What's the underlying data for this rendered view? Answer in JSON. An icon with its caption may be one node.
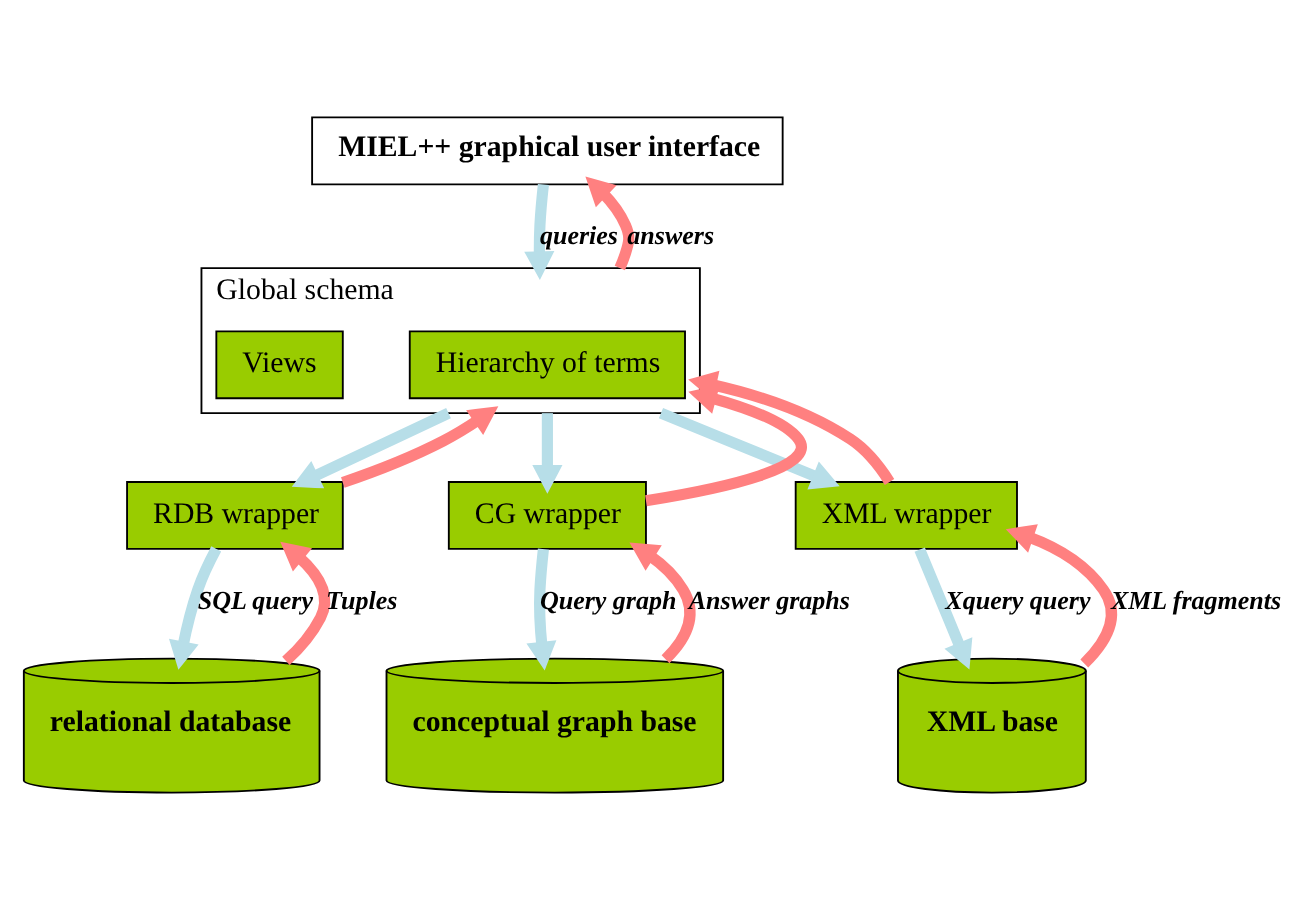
{
  "diagram": {
    "nodes": [
      {
        "text": [
          "MIEL++ graphical user interface"
        ]
      },
      {
        "text": [
          "Global schema"
        ]
      },
      {
        "text": [
          "Hierarchy of terms"
        ],
        "in": 1
      },
      {
        "text": [
          "Views"
        ],
        "in": 1
      },
      {
        "text": [
          "RDB wrapper"
        ]
      },
      {
        "text": [
          "CG wrapper"
        ]
      },
      {
        "text": [
          "XML wrapper"
        ]
      },
      {
        "text": [
          "relational database"
        ]
      },
      {
        "text": [
          "conceptual graph base"
        ]
      },
      {
        "text": [
          "XML base"
        ]
      }
    ],
    "edges": [
      {
        "from": 0,
        "to": 1,
        "arrow": "to",
        "label": "queries",
        "color": "#b7dee8"
      },
      {
        "from": 1,
        "to": 0,
        "arrow": "to",
        "label": "answers",
        "color": "#ff8080"
      },
      {
        "from": 1,
        "to": 4,
        "arrow": "to",
        "color": "#b7dee8"
      },
      {
        "from": 4,
        "to": 1,
        "arrow": "to",
        "color": "#ff8080"
      },
      {
        "from": 1,
        "to": 5,
        "arrow": "to",
        "color": "#b7dee8"
      },
      {
        "from": 5,
        "to": 1,
        "arrow": "to",
        "color": "#ff8080"
      },
      {
        "from": 1,
        "to": 6,
        "arrow": "to",
        "color": "#b7dee8"
      },
      {
        "from": 6,
        "to": 1,
        "arrow": "to",
        "color": "#ff8080"
      },
      {
        "from": 4,
        "to": 7,
        "arrow": "to",
        "label": "SQL query",
        "color": "#b7dee8"
      },
      {
        "from": 7,
        "to": 4,
        "arrow": "to",
        "label": "Tuples",
        "color": "#ff8080"
      },
      {
        "from": 5,
        "to": 8,
        "arrow": "to",
        "label": "Query graph",
        "color": "#b7dee8"
      },
      {
        "from": 8,
        "to": 5,
        "arrow": "to",
        "label": "Answer graphs",
        "color": "#ff8080"
      },
      {
        "from": 6,
        "to": 9,
        "arrow": "to",
        "label": "Xquery query",
        "color": "#b7dee8"
      },
      {
        "from": 9,
        "to": 6,
        "arrow": "to",
        "label": "XML fragments",
        "color": "#ff8080"
      }
    ]
  }
}
